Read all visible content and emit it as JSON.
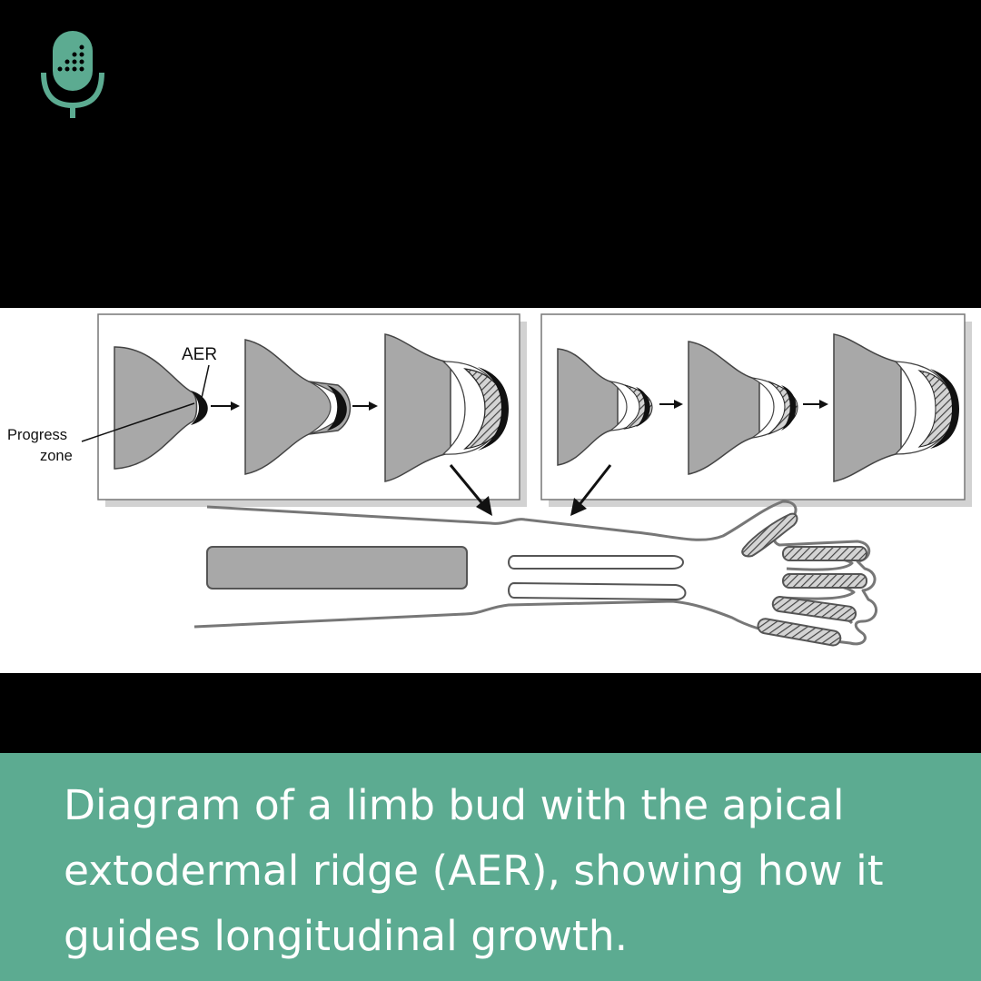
{
  "brand": {
    "logo_icon": "microphone-icon",
    "logo_color": "#5cab91"
  },
  "figure": {
    "labels": {
      "aer": "AER",
      "progress_zone_line1": "Progress",
      "progress_zone_line2": "zone"
    },
    "colors": {
      "mesenchyme": "#a8a8a8",
      "outline": "#555555",
      "box_shadow": "#d2d2d2",
      "hatched": "#777777"
    }
  },
  "caption": {
    "text": "Diagram of a limb bud with the apical extodermal ridge (AER), showing how it guides longitudinal growth.",
    "background": "#5cab91",
    "color": "#ffffff"
  }
}
